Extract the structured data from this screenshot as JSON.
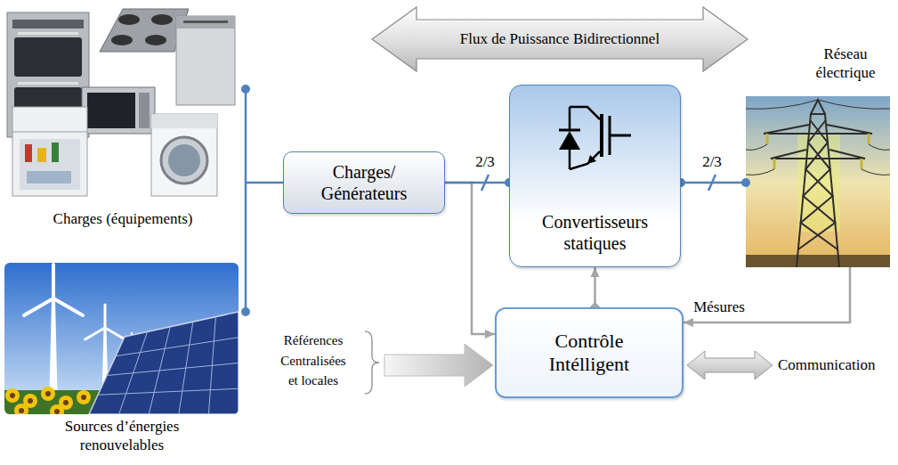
{
  "diagram": {
    "nodes": [
      {
        "text": [
          "Flux de Puissance Bidirectionnel"
        ]
      },
      {
        "text": [
          "Charges/ Générateurs"
        ]
      },
      {
        "text": [
          "Convertisseurs statiques"
        ]
      },
      {
        "text": [
          "Contrôle Intélligent"
        ]
      }
    ],
    "edges": [
      {
        "from": 1,
        "to": 2,
        "arrow": "none",
        "label": "2/3"
      },
      {
        "from": 1,
        "to": 3,
        "arrow": "to"
      },
      {
        "from": 3,
        "to": 2,
        "arrow": "to"
      }
    ],
    "labels": [
      "Charges (équipements)",
      "Sources d’énergies renouvelables",
      "2/3",
      "Réseau électrique",
      "Références Centralisées et locales",
      "Mésures",
      "Communication"
    ]
  }
}
